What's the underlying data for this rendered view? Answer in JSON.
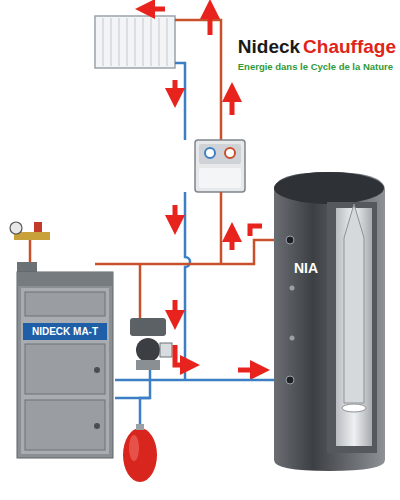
{
  "diagram": {
    "nodes": [
      {
        "text": [
          "NIDECK MA-T"
        ]
      },
      {
        "text": [
          "NIA"
        ]
      }
    ],
    "edges": [
      {
        "from": 0,
        "to": 1,
        "arrow": "none"
      },
      {
        "from": 0,
        "to": 1,
        "arrow": "to"
      }
    ],
    "labels": [
      "Nideck",
      "Chauffage",
      "Energie dans le Cycle de la Nature"
    ]
  }
}
